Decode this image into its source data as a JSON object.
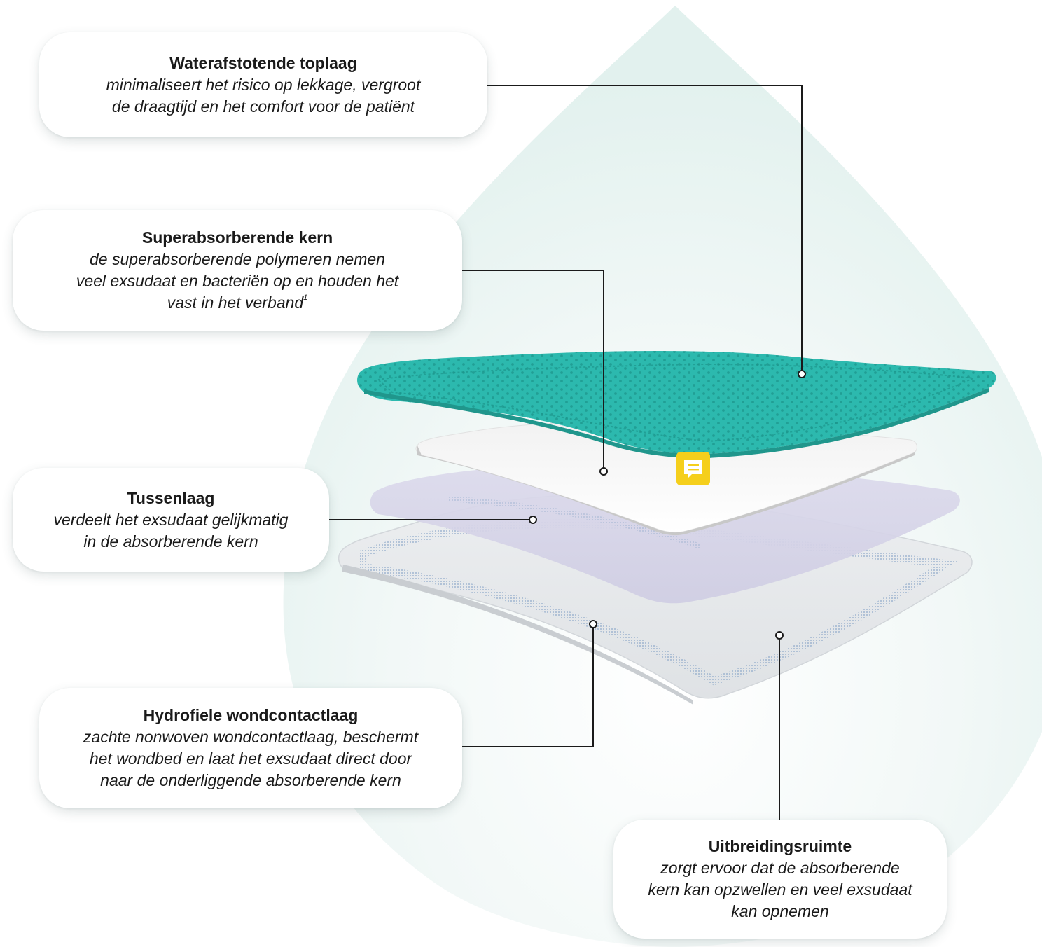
{
  "callouts": {
    "top_layer": {
      "title": "Waterafstotende toplaag",
      "desc_line1": "minimaliseert het risico op lekkage, vergroot",
      "desc_line2": "de draagtijd en het comfort voor de patiënt"
    },
    "core": {
      "title": "Superabsorberende kern",
      "desc_line1": "de superabsorberende polymeren nemen",
      "desc_line2": "veel exsudaat en bacteriën op en houden het",
      "desc_line3": "vast in het verband",
      "footnote": "1"
    },
    "middle_layer": {
      "title": "Tussenlaag",
      "desc_line1": "verdeelt het exsudaat gelijkmatig",
      "desc_line2": "in de absorberende kern"
    },
    "wound_contact": {
      "title": "Hydrofiele wondcontactlaag",
      "desc_line1": "zachte nonwoven wondcontactlaag, beschermt",
      "desc_line2": "het wondbed en laat het exsudaat direct door",
      "desc_line3": "naar de onderliggende absorberende kern"
    },
    "expansion": {
      "title": "Uitbreidingsruimte",
      "desc_line1": "zorgt ervoor dat de absorberende",
      "desc_line2": "kern kan opzwellen en veel exsudaat",
      "desc_line3": "kan opnemen"
    }
  },
  "colors": {
    "drop_background": "#e6f3f0",
    "top_layer": "#2bb9ad",
    "top_layer_dots": "#1f9a90",
    "core_layer": "#ffffff",
    "middle_layer": "#d6d4e8",
    "bottom_layer": "#e4e6e8",
    "border_dots": "#8aa6c8",
    "leader_line": "#1a1a1a",
    "comment_icon": "#f5cf1c"
  },
  "icons": {
    "comment": "comment-icon"
  }
}
